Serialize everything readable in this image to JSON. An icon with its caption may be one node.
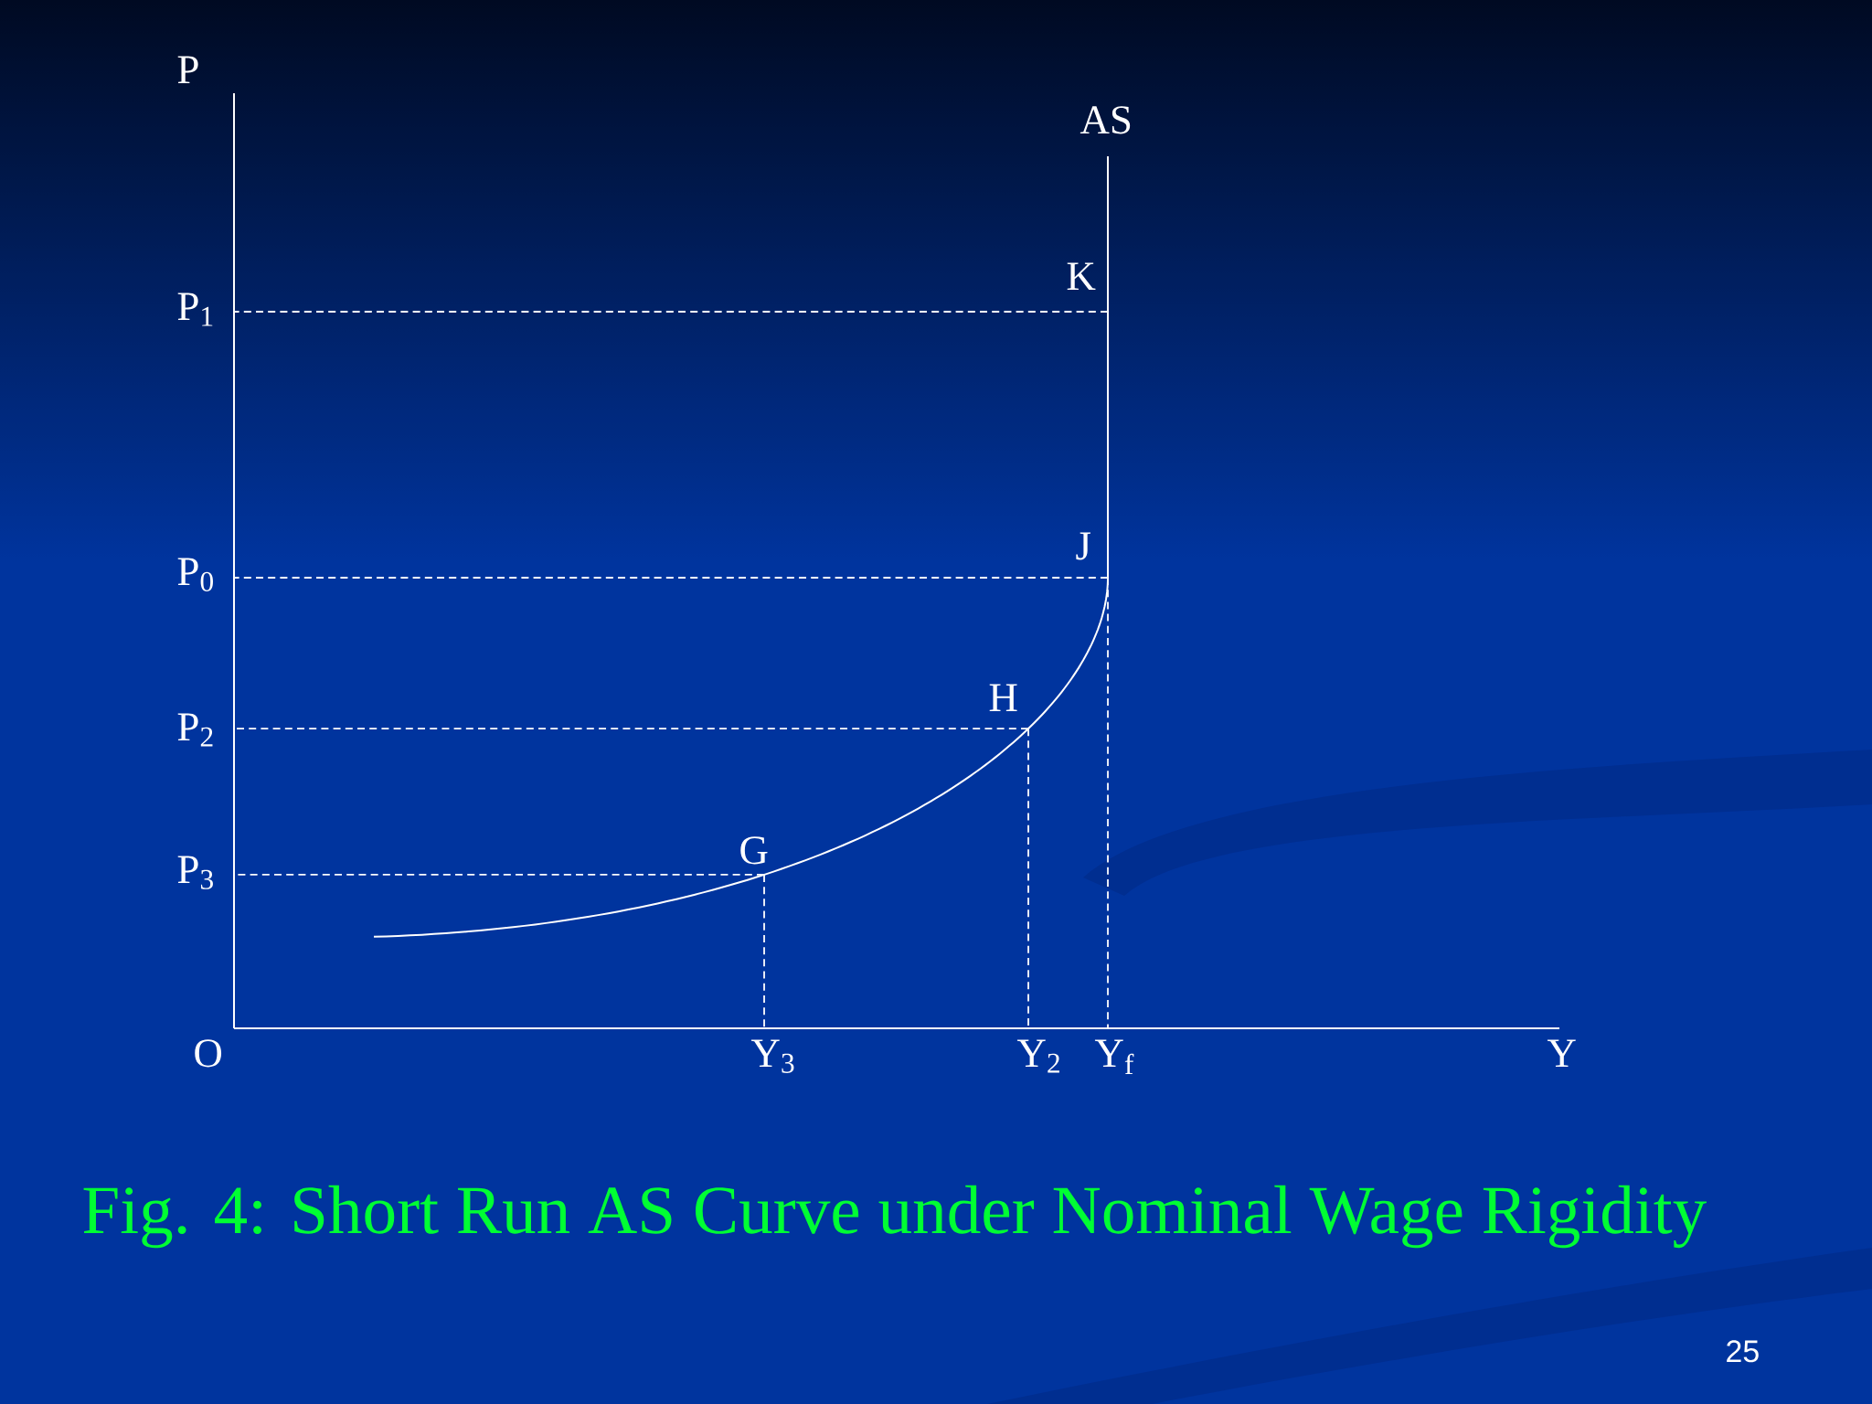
{
  "diagram": {
    "caption": "Fig. 4: Short Run AS Curve under Nominal Wage Rigidity",
    "labels": [
      "P",
      "AS",
      "K",
      "P$_{1}$",
      "J",
      "P$_{0}$",
      "H",
      "P$_{2}$",
      "G",
      "P$_{3}$",
      "O",
      "Y$_{3}$",
      "Y$_{2}$",
      "Y$_{f}$",
      "Y",
      "25"
    ]
  }
}
